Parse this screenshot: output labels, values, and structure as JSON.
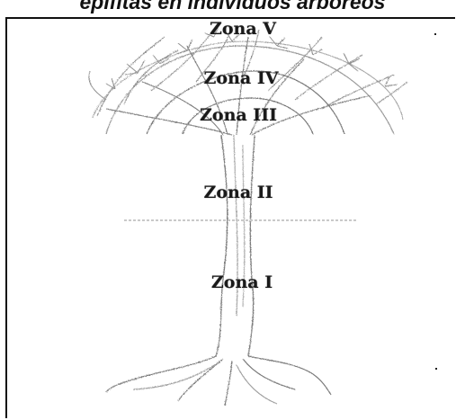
{
  "title": "epífitas en individuos arbóreos",
  "zones": [
    {
      "id": "zone-5",
      "label": "Zona V"
    },
    {
      "id": "zone-4",
      "label": "Zona IV"
    },
    {
      "id": "zone-3",
      "label": "Zona III"
    },
    {
      "id": "zone-2",
      "label": "Zona II"
    },
    {
      "id": "zone-1",
      "label": "Zona I"
    }
  ],
  "colors": {
    "ink": "#1a1a1a",
    "sketch": "#8c8c8c",
    "foliage": "#9a9a9a"
  }
}
